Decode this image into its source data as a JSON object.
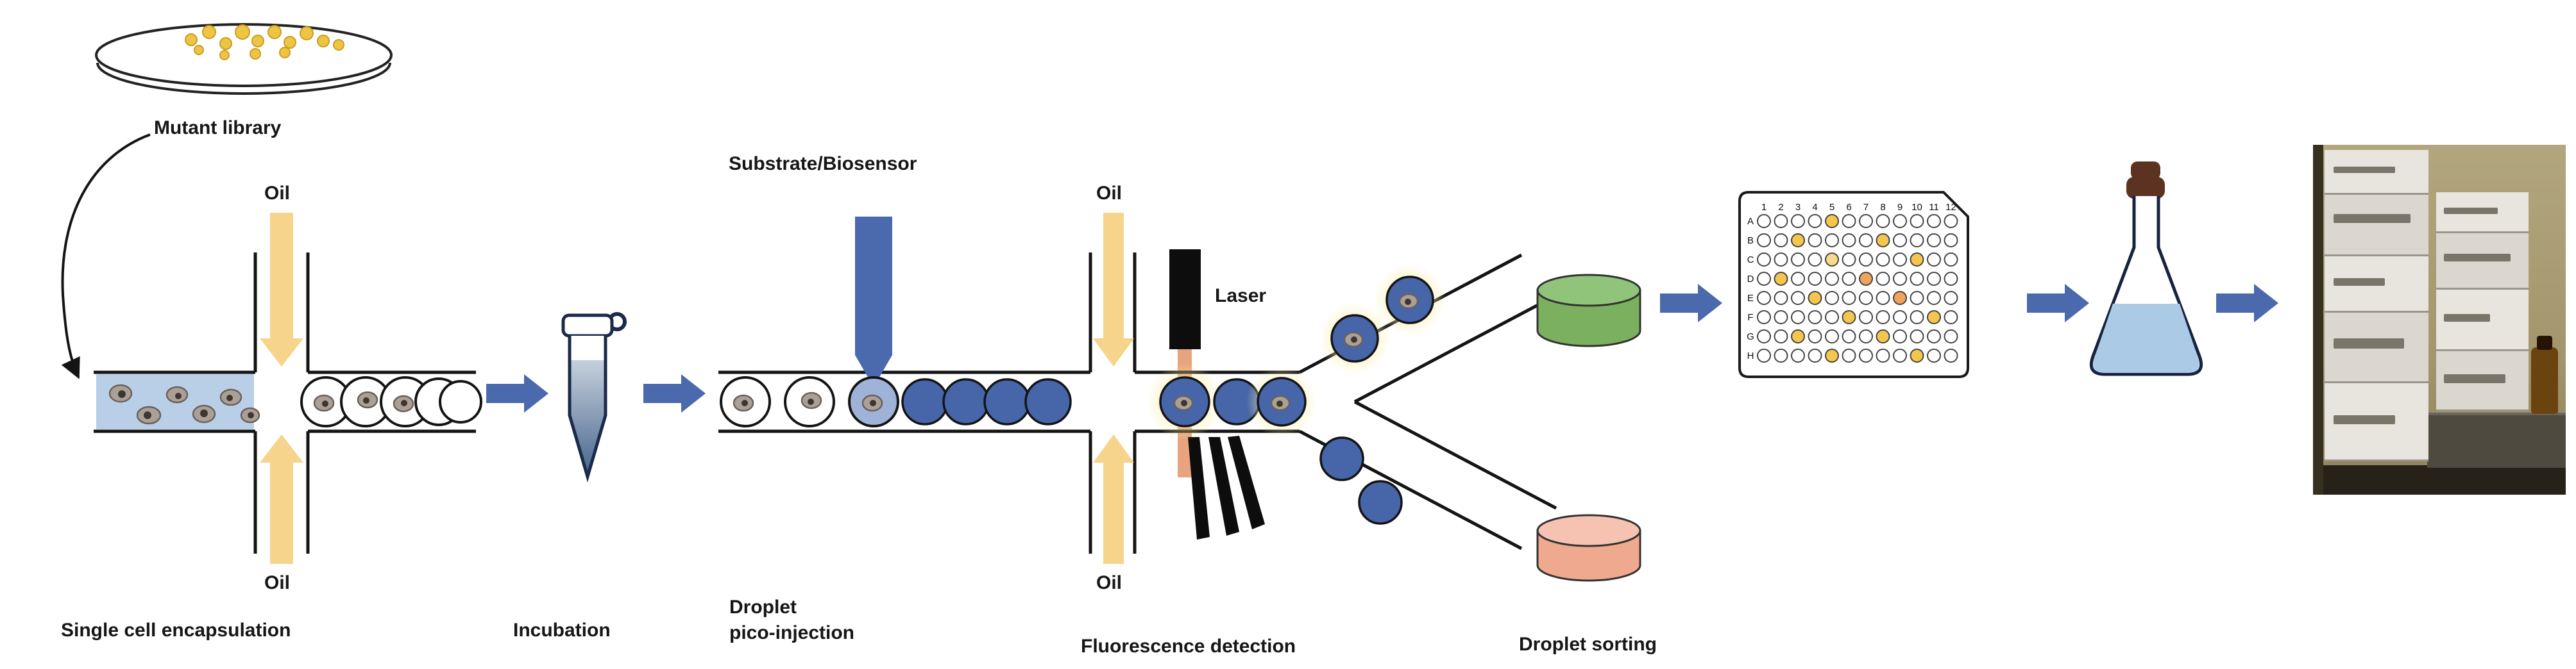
{
  "diagram": {
    "labels": {
      "mutant_library": "Mutant library",
      "oil_top_left": "Oil",
      "oil_bottom_left": "Oil",
      "single_cell_encapsulation": "Single cell encapsulation",
      "incubation": "Incubation",
      "substrate_biosensor": "Substrate/Biosensor",
      "droplet_pico_injection_line1": "Droplet",
      "droplet_pico_injection_line2": "pico-injection",
      "oil_top_right": "Oil",
      "oil_bottom_right": "Oil",
      "laser": "Laser",
      "fluorescence_detection": "Fluorescence detection",
      "droplet_sorting": "Droplet sorting"
    },
    "colors": {
      "arrow_blue": "#4B69AD",
      "droplet_blue": "#4765A9",
      "oil_yellow": "#F6D48C",
      "suspension_blue": "#B9CFE8",
      "cell_gray": "#ABA097",
      "laser_beam": "#E8A47E",
      "glow_yellow": "#FBEFA6",
      "colony_yellow": "#F0C443",
      "dish_green_top": "#90C47A",
      "dish_green_side": "#7AB05E",
      "dish_pink_top": "#F6C3B2",
      "dish_pink_side": "#EFA98F",
      "flask_liquid": "#ABCAE6",
      "stopper_brown": "#5C3220"
    },
    "well_plate": {
      "rows": [
        "A",
        "B",
        "C",
        "D",
        "E",
        "F",
        "G",
        "H"
      ],
      "columns": [
        "1",
        "2",
        "3",
        "4",
        "5",
        "6",
        "7",
        "8",
        "9",
        "10",
        "11",
        "12"
      ],
      "filled_wells": [
        {
          "row": "A",
          "col": "5",
          "color": "#F4C64D"
        },
        {
          "row": "B",
          "col": "3",
          "color": "#F4C64D"
        },
        {
          "row": "B",
          "col": "8",
          "color": "#F4C64D"
        },
        {
          "row": "C",
          "col": "5",
          "color": "#F6D98A"
        },
        {
          "row": "C",
          "col": "10",
          "color": "#F4C64D"
        },
        {
          "row": "D",
          "col": "2",
          "color": "#F4C64D"
        },
        {
          "row": "D",
          "col": "7",
          "color": "#EFA35B"
        },
        {
          "row": "E",
          "col": "4",
          "color": "#F4C64D"
        },
        {
          "row": "E",
          "col": "9",
          "color": "#EFA35B"
        },
        {
          "row": "F",
          "col": "6",
          "color": "#F4C64D"
        },
        {
          "row": "F",
          "col": "11",
          "color": "#F4C64D"
        },
        {
          "row": "G",
          "col": "3",
          "color": "#F4C64D"
        },
        {
          "row": "G",
          "col": "8",
          "color": "#F4C64D"
        },
        {
          "row": "H",
          "col": "5",
          "color": "#F4C64D"
        },
        {
          "row": "H",
          "col": "10",
          "color": "#F4C64D"
        }
      ]
    }
  }
}
